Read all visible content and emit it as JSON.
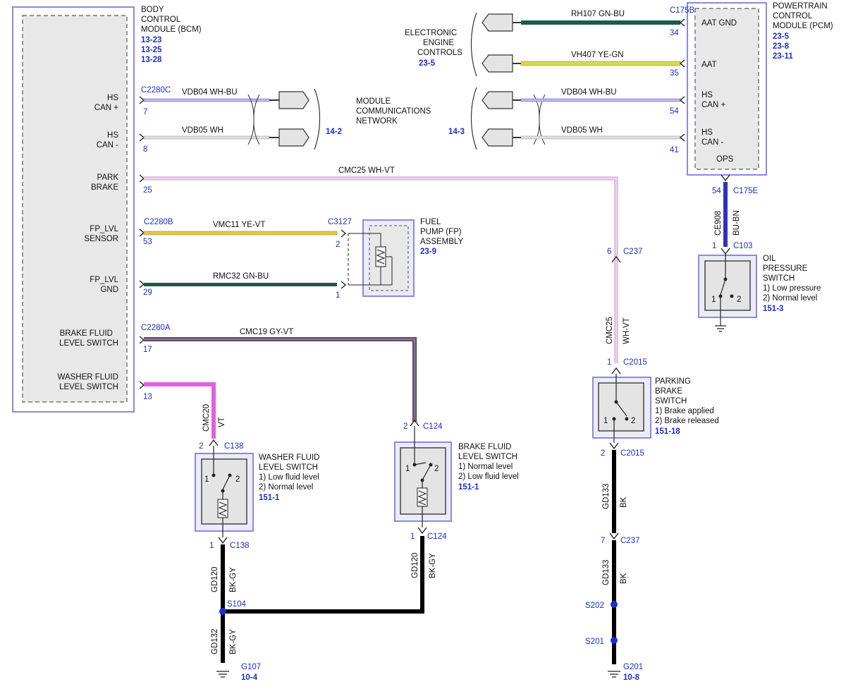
{
  "bcm": {
    "title_lines": [
      "BODY",
      "CONTROL",
      "MODULE (BCM)"
    ],
    "refs": [
      "13-23",
      "13-25",
      "13-28"
    ],
    "pins": [
      {
        "label_lines": [
          "HS",
          "CAN +"
        ],
        "pin": "7"
      },
      {
        "label_lines": [
          "HS",
          "CAN -"
        ],
        "pin": "8"
      },
      {
        "label_lines": [
          "PARK",
          "BRAKE"
        ],
        "pin": "25"
      },
      {
        "label_lines": [
          "FP_LVL",
          "SENSOR"
        ],
        "pin": "53"
      },
      {
        "label_lines": [
          "FP_LVL",
          "GND"
        ],
        "pin": "29"
      },
      {
        "label_lines": [
          "BRAKE FLUID",
          "LEVEL SWITCH"
        ],
        "pin": "17"
      },
      {
        "label_lines": [
          "WASHER FLUID",
          "LEVEL SWITCH"
        ],
        "pin": "13"
      }
    ],
    "connectors": [
      "C2280C",
      "C2280B",
      "C2280A"
    ]
  },
  "pcm": {
    "title_lines": [
      "POWERTRAIN",
      "CONTROL",
      "MODULE (PCM)"
    ],
    "refs": [
      "23-5",
      "23-8",
      "23-11"
    ],
    "connector": "C175B",
    "pins": [
      {
        "label_lines": [
          "AAT GND"
        ],
        "pin": "34"
      },
      {
        "label_lines": [
          "AAT"
        ],
        "pin": "35"
      },
      {
        "label_lines": [
          "HS",
          "CAN +"
        ],
        "pin": "54"
      },
      {
        "label_lines": [
          "HS",
          "CAN -"
        ],
        "pin": "41"
      }
    ],
    "ops_label": "OPS",
    "ops_pin": "54",
    "ops_connector": "C175E"
  },
  "eec": {
    "title_lines": [
      "ELECTRONIC",
      "ENGINE",
      "CONTROLS"
    ],
    "ref": "23-5"
  },
  "mcn": {
    "title_lines": [
      "MODULE",
      "COMMUNICATIONS",
      "NETWORK"
    ],
    "ref_left": "14-2",
    "ref_right": "14-3"
  },
  "wires": {
    "rh107": "RH107  GN-BU",
    "vh407": "VH407  YE-GN",
    "vdb04_left": "VDB04  WH-BU",
    "vdb05_left": "VDB05  WH",
    "vdb04_right": "VDB04  WH-BU",
    "vdb05_right": "VDB05  WH",
    "cmc25": "CMC25  WH-VT",
    "vmc11": "VMC11  YE-VT",
    "rmc32": "RMC32  GN-BU",
    "cmc19": "CMC19  GY-VT",
    "cmc20_a": "CMC20",
    "cmc20_b": "VT",
    "ce908_a": "CE908",
    "ce908_b": "BU-BN",
    "cmc25v_a": "CMC25",
    "cmc25v_b": "WH-VT",
    "gd120_a": "GD120",
    "gd120_b": "BK-GY",
    "gd120r_a": "GD120",
    "gd120r_b": "BK-GY",
    "gd132_a": "GD132",
    "gd132_b": "BK-GY",
    "gd133a_a": "GD133",
    "gd133a_b": "BK",
    "gd133b_a": "GD133",
    "gd133b_b": "BK"
  },
  "fuel_pump": {
    "connector": "C3127",
    "pin_top": "2",
    "pin_bottom": "1",
    "title_lines": [
      "FUEL",
      "PUMP (FP)",
      "ASSEMBLY"
    ],
    "ref": "23-9"
  },
  "oil_switch": {
    "pin": "1",
    "connector": "C103",
    "title_lines": [
      "OIL",
      "PRESSURE",
      "SWITCH",
      "1) Low pressure",
      "2) Normal level"
    ],
    "ref": "151-3",
    "pos1": "1",
    "pos2": "2"
  },
  "park_switch": {
    "c237_pin": "6",
    "c237": "C237",
    "c2015_pin_top": "1",
    "c2015": "C2015",
    "c2015_pin_bottom": "2",
    "c237_pin_bottom": "7",
    "title_lines": [
      "PARKING",
      "BRAKE",
      "SWITCH",
      "1) Brake applied",
      "2) Brake released"
    ],
    "ref": "151-18",
    "pos1": "1",
    "pos2": "2"
  },
  "washer_switch": {
    "pin_top": "2",
    "connector": "C138",
    "pin_bottom": "1",
    "title_lines": [
      "WASHER FLUID",
      "LEVEL SWITCH",
      "1) Low fluid level",
      "2) Normal level"
    ],
    "ref": "151-1",
    "pos1": "1",
    "pos2": "2"
  },
  "brake_switch": {
    "pin_top": "2",
    "connector": "C124",
    "pin_bottom": "1",
    "title_lines": [
      "BRAKE FLUID",
      "LEVEL SWITCH",
      "1) Normal level",
      "2) Low fluid level"
    ],
    "ref": "151-1",
    "pos1": "1",
    "pos2": "2"
  },
  "splices": {
    "s104": "S104",
    "s202": "S202",
    "s201": "S201"
  },
  "grounds": {
    "g107": "G107",
    "g107_ref": "10-4",
    "g201": "G201",
    "g201_ref": "10-8"
  },
  "colors": {
    "module_border": "#8a8ae0",
    "wh_bu": "#b8b8f0",
    "wh": "#c8c8c8",
    "wh_vt": "#e8c0e8",
    "ye_vt": "#e0c850",
    "gn_bu": "#1d5a4a",
    "gy_vt": "#7a5a80",
    "vt": "#e060e0",
    "ye_gn": "#d8d850",
    "bu_bn": "#3030c0",
    "bk": "#000000",
    "ref_blue": "#1a2fd0"
  }
}
